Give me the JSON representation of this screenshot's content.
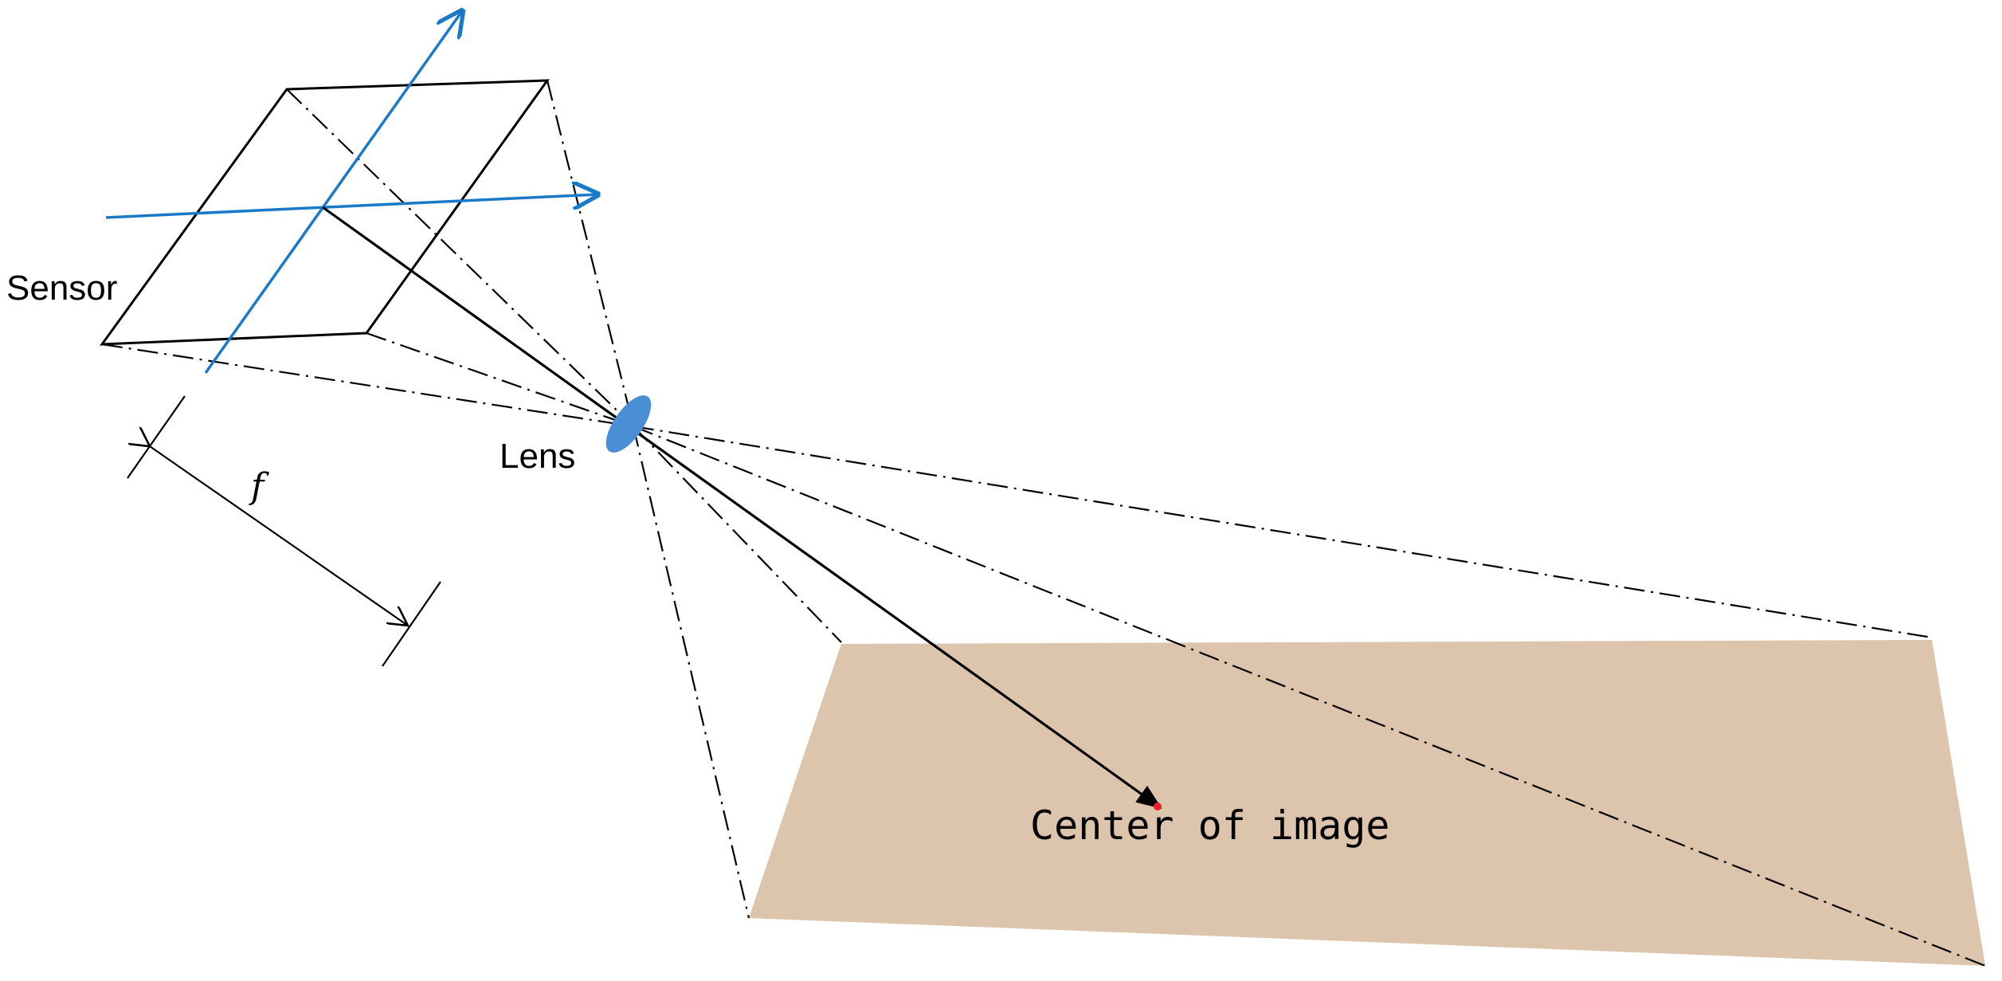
{
  "labels": {
    "sensor": "Sensor",
    "lens": "Lens",
    "focal_length": "f",
    "center": "Center of image"
  },
  "colors": {
    "axis_blue": "#1a7ac8",
    "lens_blue": "#4a8fd6",
    "ground_plane": "#dcc4ad",
    "center_point": "#e8202a",
    "line": "#000000"
  }
}
